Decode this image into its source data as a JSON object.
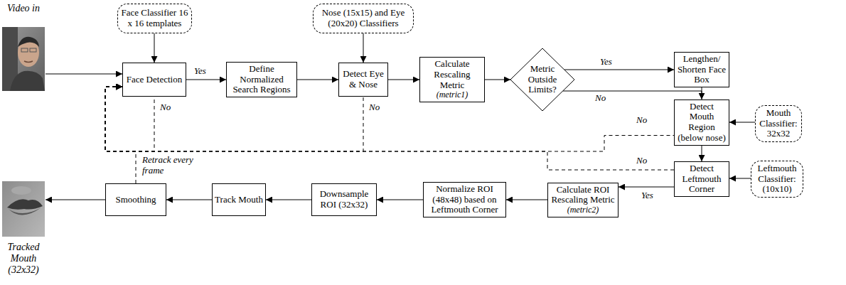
{
  "diagram": {
    "nodes": [
      {
        "text": [
          "Face Classifier 16 x 16 templates"
        ]
      },
      {
        "text": [
          "Face Detection"
        ]
      },
      {
        "text": [
          "Define Normalized Search Regions"
        ]
      },
      {
        "text": [
          "Nose (15x15) and Eye (20x20) Classifiers"
        ]
      },
      {
        "text": [
          "Detect Eye & Nose"
        ]
      },
      {
        "text": [
          "Calculate Rescaling Metric",
          "(metric1)"
        ]
      },
      {
        "text": [
          "Metric Outside Limits?"
        ]
      },
      {
        "text": [
          "Lengthen/ Shorten Face Box"
        ]
      },
      {
        "text": [
          "Detect Mouth Region (below nose)"
        ]
      },
      {
        "text": [
          "Mouth Classifier: 32x32"
        ]
      },
      {
        "text": [
          "Detect Leftmouth Corner"
        ]
      },
      {
        "text": [
          "Leftmouth Classifier: (10x10)"
        ]
      },
      {
        "text": [
          "Calculate ROI Rescaling Metric",
          "(metric2)"
        ]
      },
      {
        "text": [
          "Normalize ROI (48x48) based on Leftmouth Corner"
        ]
      },
      {
        "text": [
          "Downsample ROI (32x32)"
        ]
      },
      {
        "text": [
          "Track Mouth"
        ]
      },
      {
        "text": [
          "Smoothing"
        ]
      }
    ],
    "edges": [
      {
        "from": 0,
        "to": 1,
        "arrow": "to"
      },
      {
        "from": 1,
        "to": 2,
        "label": "Yes",
        "arrow": "to"
      },
      {
        "from": 2,
        "to": 4,
        "arrow": "to"
      },
      {
        "from": 3,
        "to": 4,
        "arrow": "to"
      },
      {
        "from": 4,
        "to": 5,
        "arrow": "to"
      },
      {
        "from": 5,
        "to": 6,
        "arrow": "to"
      },
      {
        "from": 6,
        "to": 7,
        "label": "Yes",
        "arrow": "to"
      },
      {
        "from": 6,
        "to": 8,
        "label": "No",
        "arrow": "to"
      },
      {
        "from": 7,
        "to": 8,
        "arrow": "to"
      },
      {
        "from": 9,
        "to": 8,
        "arrow": "to"
      },
      {
        "from": 8,
        "to": 10,
        "arrow": "to"
      },
      {
        "from": 11,
        "to": 10,
        "arrow": "to"
      },
      {
        "from": 10,
        "to": 12,
        "label": "Yes",
        "arrow": "to"
      },
      {
        "from": 12,
        "to": 13,
        "arrow": "to"
      },
      {
        "from": 13,
        "to": 14,
        "arrow": "to"
      },
      {
        "from": 14,
        "to": 15,
        "arrow": "to"
      },
      {
        "from": 15,
        "to": 16,
        "arrow": "to"
      },
      {
        "from": 1,
        "to": 1,
        "label": "No",
        "arrow": "to"
      },
      {
        "from": 4,
        "to": 1,
        "label": "No",
        "arrow": "to"
      },
      {
        "from": 8,
        "to": 1,
        "label": "No",
        "arrow": "to"
      },
      {
        "from": 10,
        "to": 1,
        "label": "No",
        "arrow": "to"
      },
      {
        "from": 16,
        "to": 1,
        "label": "Retrack every frame",
        "arrow": "to"
      }
    ],
    "labels": [
      "Video in",
      "Tracked Mouth (32x32)"
    ]
  }
}
